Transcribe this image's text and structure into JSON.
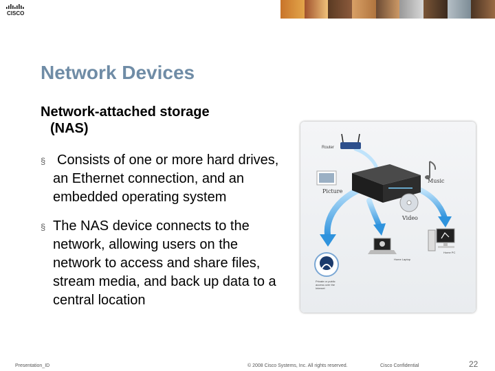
{
  "header": {
    "logo": "cisco-logo"
  },
  "slide": {
    "title": "Network Devices",
    "heading_line1": "Network-attached storage",
    "heading_line2": "(NAS)",
    "bullets": [
      "Consists of one or more hard drives, an Ethernet connection, and an embedded operating system",
      "The NAS device connects to the network, allowing users on the network to access and share files, stream media, and back up data to a central location"
    ],
    "bullet_marker": "§"
  },
  "figure": {
    "router_label": "Router",
    "music_label": "Music",
    "picture_label": "Picture",
    "video_label": "Video",
    "laptop_label": "Home Laptop",
    "pc_label": "Home PC",
    "remote_label": "Private or public access over the Internet"
  },
  "footer": {
    "presentation_id": "Presentation_ID",
    "copyright": "© 2008 Cisco Systems, Inc. All rights reserved.",
    "confidential": "Cisco Confidential",
    "page_number": "22"
  },
  "colors": {
    "title": "#6f8ca6",
    "arrow": "#3fa0e0"
  }
}
